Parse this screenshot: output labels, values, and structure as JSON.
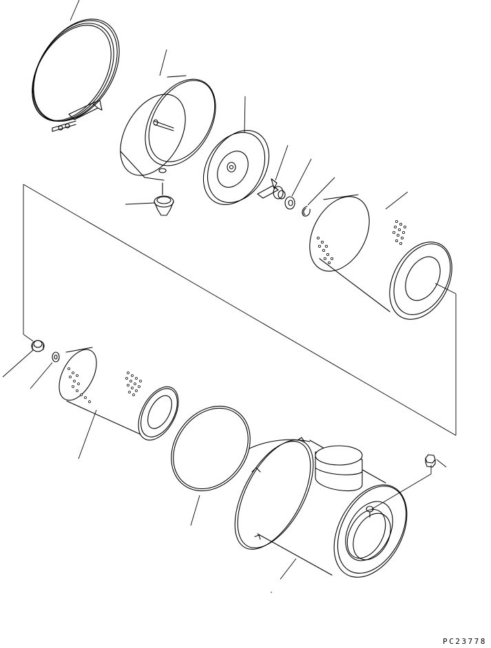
{
  "drawing": {
    "part_code": "PC23778"
  },
  "colors": {
    "line": "#000000",
    "background": "#ffffff"
  },
  "parts": [
    "band-clamp",
    "dust-cup",
    "evacuator-valve",
    "baffle-plate",
    "wing-nut",
    "washer",
    "snap-ring",
    "outer-filter-element",
    "inner-element-bolt",
    "inner-element-washer",
    "inner-filter-element",
    "o-ring-gasket",
    "air-cleaner-body",
    "service-indicator-plug"
  ]
}
